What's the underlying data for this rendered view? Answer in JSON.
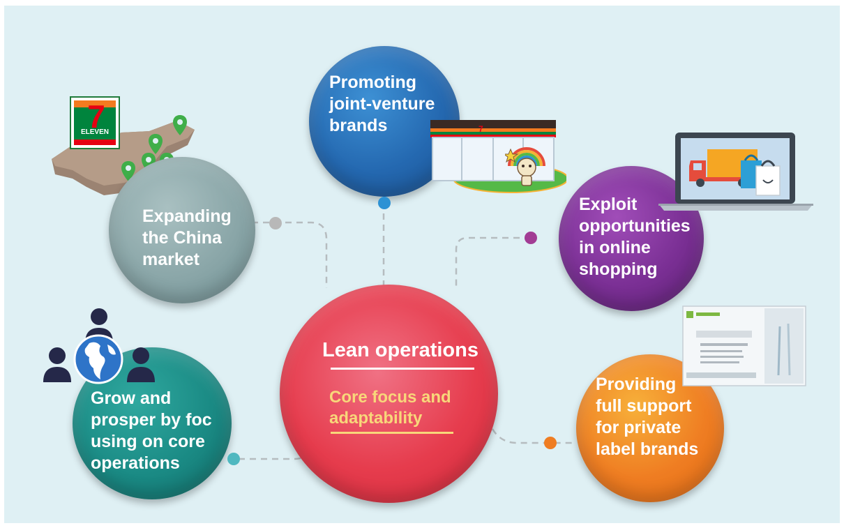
{
  "center": {
    "title": "Lean operations",
    "subtitle": "Core focus and\nadaptability",
    "color": "#e63c4d"
  },
  "nodes": {
    "china": {
      "label": "Expanding\nthe China\nmarket",
      "color": "#8aa6a8",
      "dot_color": "#b8b8b8"
    },
    "jv": {
      "label": "Promoting\njoint-venture\nbrands",
      "color": "#2468b0",
      "dot_color": "#2d92d4"
    },
    "online": {
      "label": "Exploit\nopportunities\nin online\nshopping",
      "color": "#7a2f94",
      "dot_color": "#a23c94"
    },
    "core": {
      "label": "Grow and\nprosper by foc\nusing on core\noperations",
      "color": "#1a8a84",
      "dot_color": "#4fb8c0"
    },
    "private": {
      "label": "Providing\nfull support\nfor  private\nlabel brands",
      "color": "#ef7d22",
      "dot_color": "#ef7d22"
    }
  },
  "logos": {
    "seven_eleven_number": "7",
    "seven_eleven_word": "ELEVEN"
  },
  "icons": [
    "china-map-icon",
    "map-pin-icon",
    "store-icon",
    "mascot-icon",
    "laptop-icon",
    "delivery-truck-icon",
    "shopping-bag-icon",
    "product-card-icon",
    "people-icon",
    "globe-icon"
  ]
}
